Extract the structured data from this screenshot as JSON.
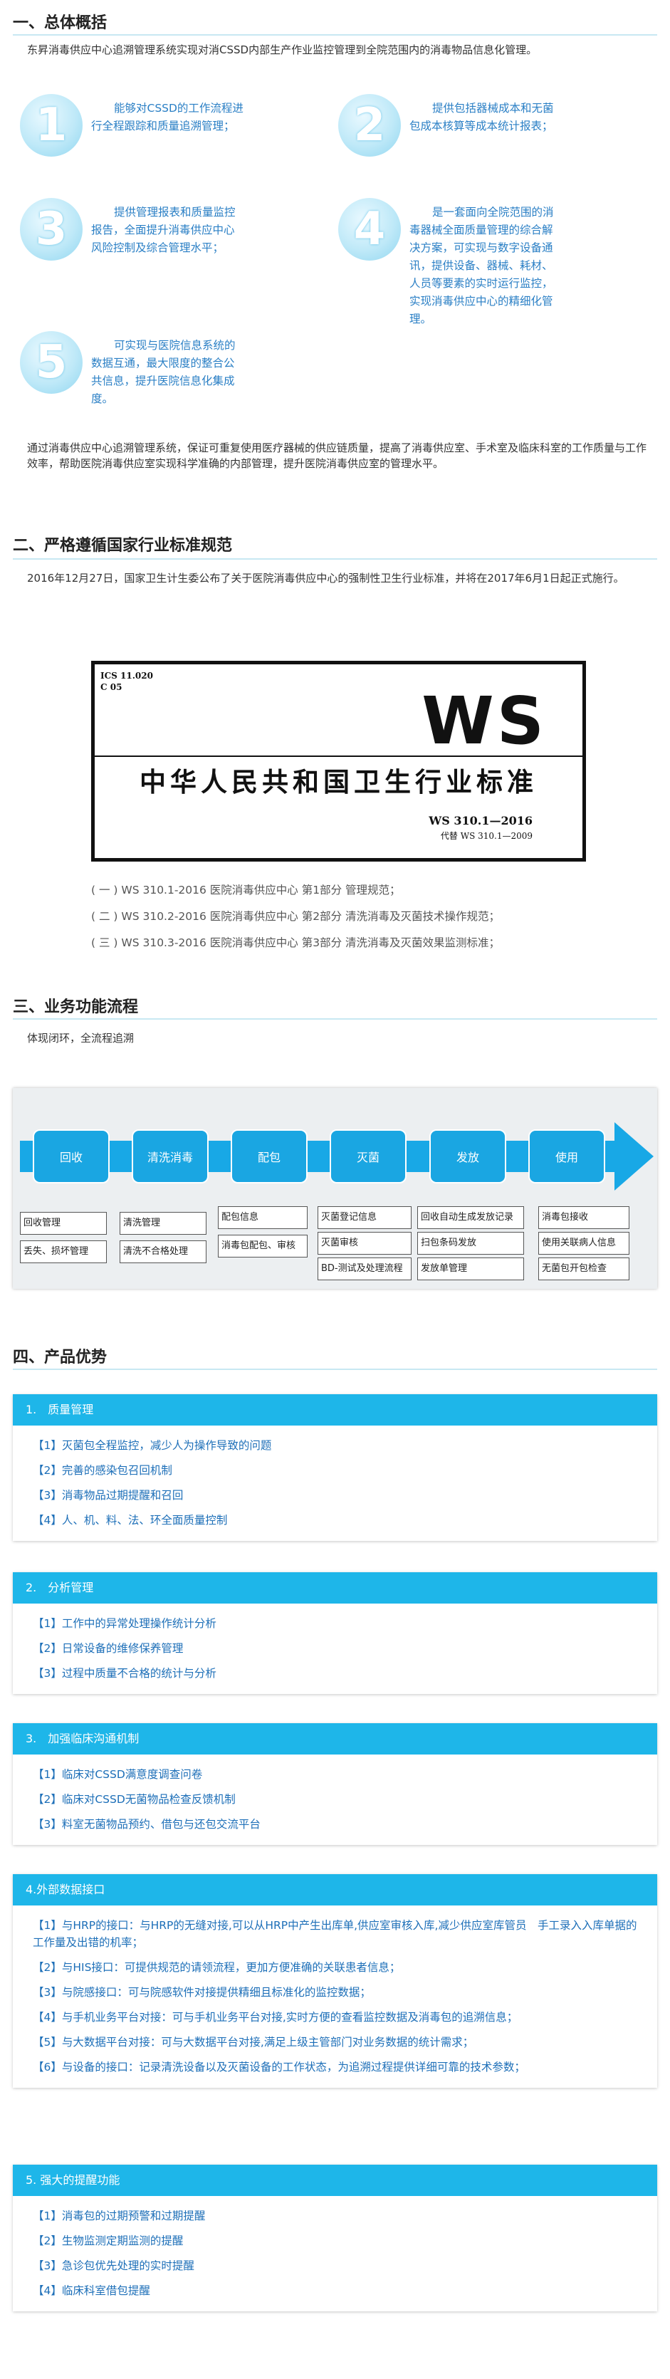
{
  "section1": {
    "title": "一、总体概括",
    "lead": "东昇消毒供应中心追溯管理系统实现对消CSSD内部生产作业监控管理到全院范围内的消毒物品信息化管理。",
    "features": [
      {
        "num": "1",
        "text": "能够对CSSD的工作流程进行全程跟踪和质量追溯管理；"
      },
      {
        "num": "2",
        "text": "提供包括器械成本和无菌包成本核算等成本统计报表；"
      },
      {
        "num": "3",
        "text": "提供管理报表和质量监控报告，全面提升消毒供应中心风险控制及综合管理水平；"
      },
      {
        "num": "4",
        "text": "是一套面向全院范围的消毒器械全面质量管理的综合解决方案，可实现与数字设备通讯，提供设备、器械、耗材、人员等要素的实时运行监控，实现消毒供应中心的精细化管理。"
      },
      {
        "num": "5",
        "text": "可实现与医院信息系统的数据互通，最大限度的整合公共信息，提升医院信息化集成度。"
      }
    ],
    "summary": "通过消毒供应中心追溯管理系统，保证可重复使用医疗器械的供应链质量，提高了消毒供应室、手术室及临床科室的工作质量与工作效率，帮助医院消毒供应室实现科学准确的内部管理，提升医院消毒供应室的管理水平。"
  },
  "section2": {
    "title": "二、严格遵循国家行业标准规范",
    "lead": "2016年12月27日，国家卫生计生委公布了关于医院消毒供应中心的强制性卫生行业标准，并将在2017年6月1日起正式施行。",
    "standard_image": {
      "ics": "ICS 11.020",
      "c": "C 05",
      "logo": "WS",
      "title": "中华人民共和国卫生行业标准",
      "code": "WS 310.1—2016",
      "replaces": "代替 WS 310.1—2009"
    },
    "list": [
      "( 一 ) WS 310.1-2016 医院消毒供应中心 第1部分 管理规范；",
      "( 二 ) WS 310.2-2016 医院消毒供应中心 第2部分 清洗消毒及灭菌技术操作规范；",
      "( 三 ) WS 310.3-2016 医院消毒供应中心 第3部分 清洗消毒及灭菌效果监测标准；"
    ]
  },
  "section3": {
    "title": "三、业务功能流程",
    "lead": "体现闭环，全流程追溯",
    "stages": [
      {
        "label": "回收",
        "subs": [
          "回收管理",
          "丢失、损坏管理"
        ]
      },
      {
        "label": "清洗消毒",
        "subs": [
          "清洗管理",
          "清洗不合格处理"
        ]
      },
      {
        "label": "配包",
        "subs": [
          "配包信息",
          "消毒包配包、审核"
        ]
      },
      {
        "label": "灭菌",
        "subs": [
          "灭菌登记信息",
          "灭菌审核",
          "BD-测试及处理流程"
        ]
      },
      {
        "label": "发放",
        "subs": [
          "回收自动生成发放记录",
          "扫包条码发放",
          "发放单管理"
        ]
      },
      {
        "label": "使用",
        "subs": [
          "消毒包接收",
          "使用关联病人信息",
          "无菌包开包检查"
        ]
      }
    ]
  },
  "section4": {
    "title": "四、产品优势",
    "cards": [
      {
        "head": "1.　质量管理",
        "items": [
          "【1】灭菌包全程监控，减少人为操作导致的问题",
          "【2】完善的感染包召回机制",
          "【3】消毒物品过期提醒和召回",
          "【4】人、机、料、法、环全面质量控制"
        ]
      },
      {
        "head": "2.　分析管理",
        "items": [
          "【1】工作中的异常处理操作统计分析",
          "【2】日常设备的维修保养管理",
          "【3】过程中质量不合格的统计与分析"
        ]
      },
      {
        "head": "3.　加强临床沟通机制",
        "items": [
          "【1】临床对CSSD满意度调查问卷",
          "【2】临床对CSSD无菌物品检查反馈机制",
          "【3】料室无菌物品预约、借包与还包交流平台"
        ]
      },
      {
        "head": "4.外部数据接口",
        "items": [
          "【1】与HRP的接口：与HRP的无缝对接,可以从HRP中产生出库单,供应室审核入库,减少供应室库管员　手工录入入库单据的工作量及出错的机率；",
          "【2】与HIS接口：可提供规范的请领流程，更加方便准确的关联患者信息；",
          "【3】与院感接口：可与院感软件对接提供精细且标准化的监控数据；",
          "【4】与手机业务平台对接：可与手机业务平台对接,实时方便的查看监控数据及消毒包的追溯信息；",
          "【5】与大数据平台对接：可与大数据平台对接,满足上级主管部门对业务数据的统计需求；",
          "【6】与设备的接口：记录清洗设备以及灭菌设备的工作状态，为追溯过程提供详细可靠的技术参数；"
        ]
      },
      {
        "head": "5. 强大的提醒功能",
        "items": [
          "【1】消毒包的过期预警和过期提醒",
          "【2】生物监测定期监测的提醒",
          "【3】急诊包优先处理的实时提醒",
          "【4】临床科室借包提醒"
        ]
      }
    ]
  }
}
